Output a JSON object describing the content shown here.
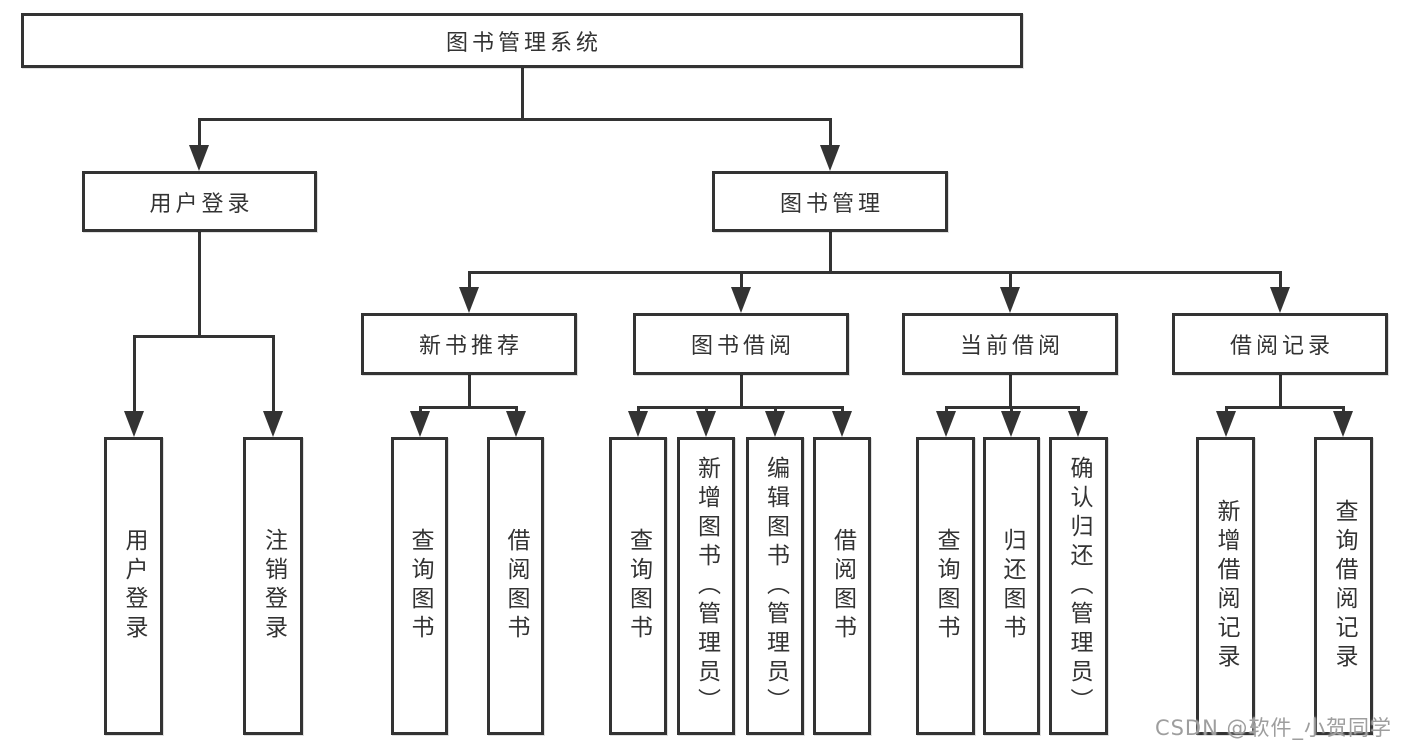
{
  "diagram_title": "图书管理系统",
  "tree": {
    "root": {
      "label": "图书管理系统"
    },
    "branches": [
      {
        "label": "用户登录",
        "children": [
          {
            "label": "用户登录"
          },
          {
            "label": "注销登录"
          }
        ]
      },
      {
        "label": "图书管理",
        "children": [
          {
            "label": "新书推荐",
            "children": [
              {
                "label": "查询图书"
              },
              {
                "label": "借阅图书"
              }
            ]
          },
          {
            "label": "图书借阅",
            "children": [
              {
                "label": "查询图书"
              },
              {
                "label": "新增图书（管理员）"
              },
              {
                "label": "编辑图书（管理员）"
              },
              {
                "label": "借阅图书"
              }
            ]
          },
          {
            "label": "当前借阅",
            "children": [
              {
                "label": "查询图书"
              },
              {
                "label": "归还图书"
              },
              {
                "label": "确认归还（管理员）"
              }
            ]
          },
          {
            "label": "借阅记录",
            "children": [
              {
                "label": "新增借阅记录"
              },
              {
                "label": "查询借阅记录"
              }
            ]
          }
        ]
      }
    ]
  },
  "watermark": {
    "text": "CSDN @软件_小贺同学"
  },
  "colors": {
    "line": "#333333",
    "text": "#333333",
    "background": "#ffffff",
    "watermark": "#9e9e9e"
  }
}
